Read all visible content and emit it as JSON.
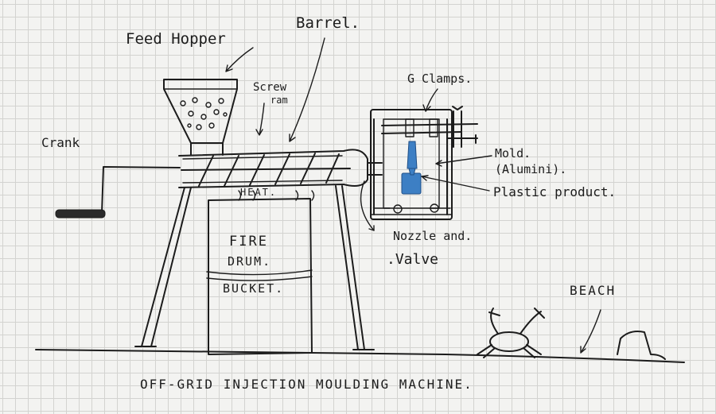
{
  "labels": {
    "feed_hopper": "Feed Hopper",
    "barrel": "Barrel.",
    "screw_ram_1": "Screw",
    "screw_ram_2": "ram",
    "g_clamps": "G Clamps.",
    "crank": "Crank",
    "mold_1": "Mold.",
    "mold_2": "(Alumini).",
    "plastic_product": "Plastic product.",
    "heat": "HEAT.",
    "fire_1": "FIRE",
    "fire_2": "DRUM.",
    "fire_3": "BUCKET.",
    "nozzle_1": "Nozzle and.",
    "nozzle_2": ".Valve",
    "beach": "BEACH",
    "title": "OFF-GRID INJECTION MOULDING MACHINE."
  },
  "colors": {
    "ink": "#1c1c1c",
    "grid": "#d3d3d0",
    "paper": "#f3f3f1",
    "product_blue": "#3d7fc4"
  }
}
